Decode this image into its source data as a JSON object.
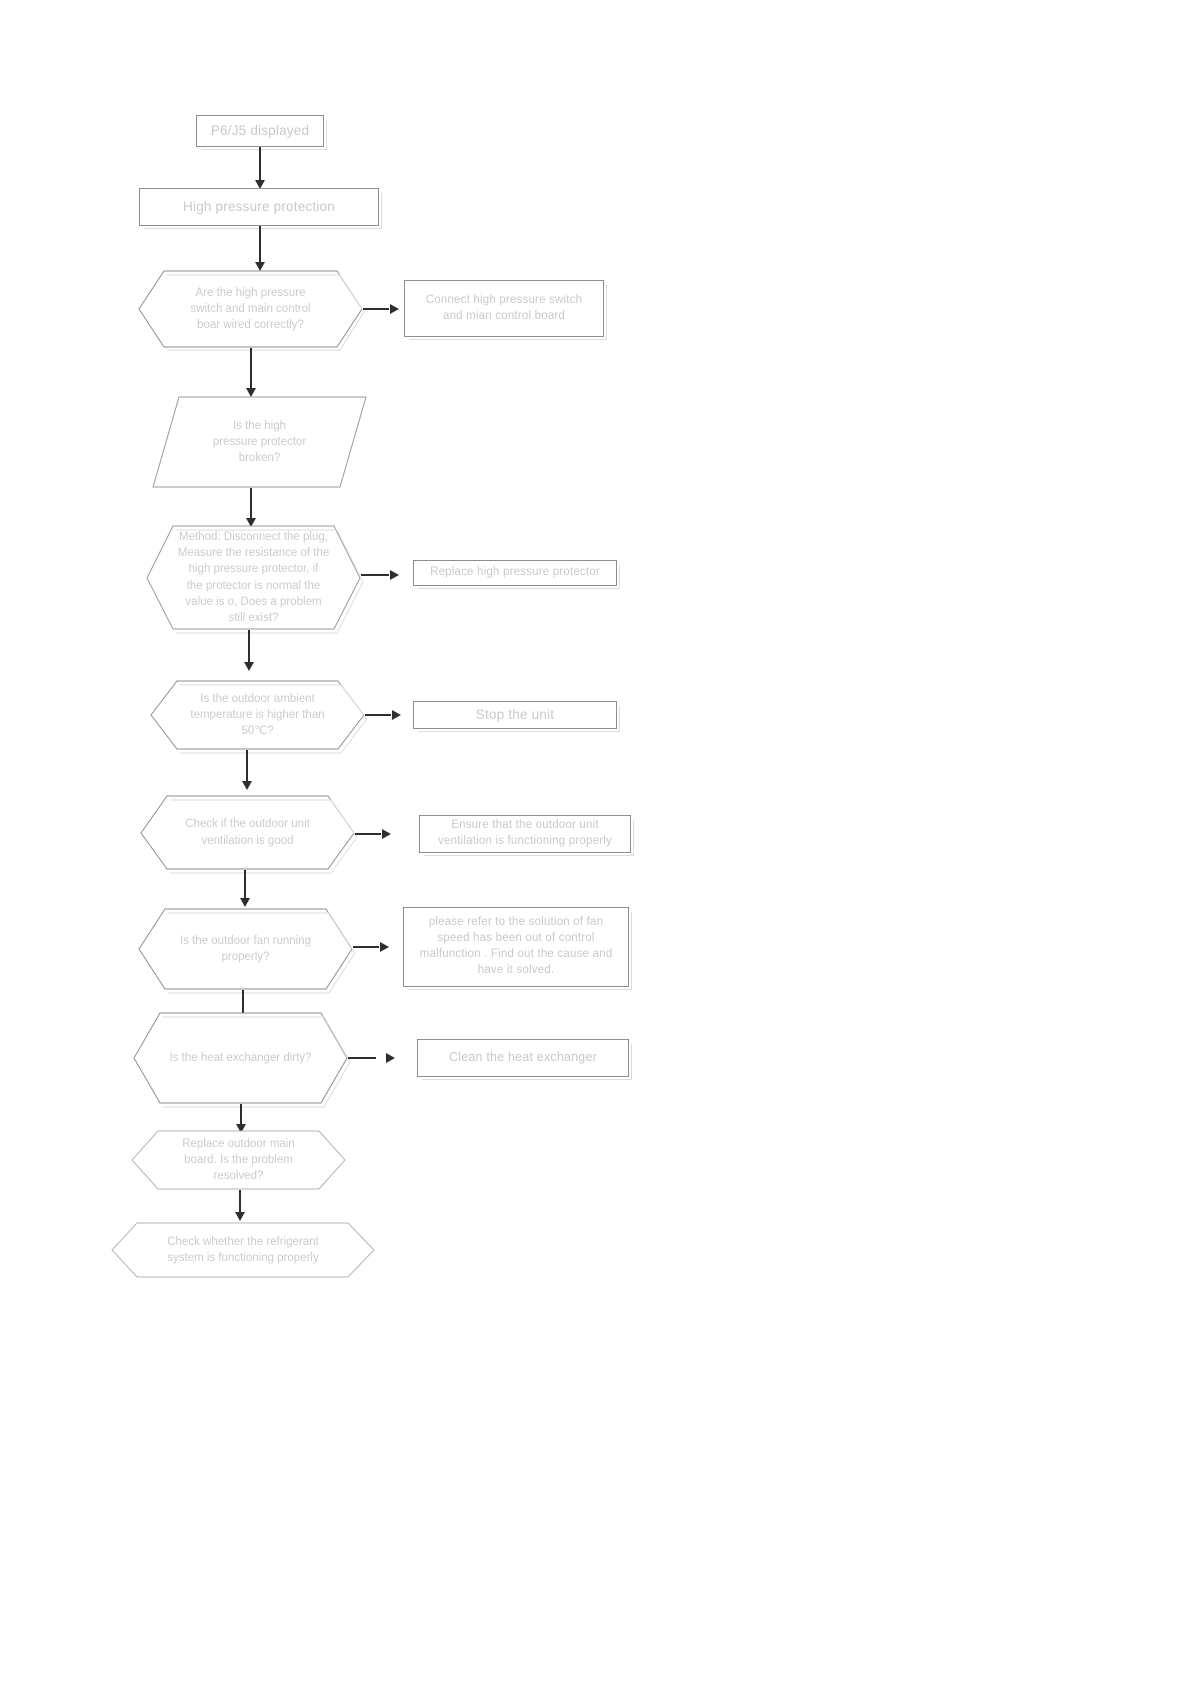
{
  "document": {
    "type": "flowchart",
    "title": "P6/J5 high pressure protection troubleshooting flowchart",
    "page_background": "#ffffff",
    "line_color": "#2e2e2e",
    "shape_border_color": "#8e8e8e",
    "text_color": "#c9c9c9"
  },
  "nodes": {
    "start": {
      "shape": "rectangle",
      "label": "P6/J5 displayed"
    },
    "protection": {
      "shape": "rectangle",
      "label": "High pressure protection"
    },
    "wiring_check": {
      "shape": "hexagon",
      "label": "Are the high pressure\nswitch and main control\nboar wired correctly?"
    },
    "connect_switch": {
      "shape": "rectangle",
      "label": "Connect high pressure switch\nand mian control board"
    },
    "protector_broken": {
      "shape": "parallelogram",
      "label": "Is  the high\npressure protector\nbroken?"
    },
    "method_measure": {
      "shape": "hexagon",
      "label": "Method: Disconnect the plug,\nMeasure the resistance of the\nhigh pressure protector, if\nthe protector is normal the\nvalue is o, Does a problem\nstill exist?"
    },
    "replace_protector": {
      "shape": "rectangle",
      "label": "Replace high pressure protector"
    },
    "ambient_temp": {
      "shape": "hexagon",
      "label": "Is the outdoor ambient\ntemperature is higher than\n50℃?"
    },
    "stop_unit": {
      "shape": "rectangle",
      "label": "Stop the unit"
    },
    "ventilation_check": {
      "shape": "hexagon",
      "label": "Check if the outdoor unit\nventilation is good"
    },
    "ensure_ventilation": {
      "shape": "rectangle",
      "label": "Ensure that  the outdoor unit\nventilation is functioning properly"
    },
    "fan_running": {
      "shape": "hexagon",
      "label": "Is the outdoor fan running\nproperly?"
    },
    "fan_solution": {
      "shape": "rectangle",
      "label": "please  refer to the solution of fan\nspeed has been out of control\nmalfunction . Find out the cause and\nhave it solved."
    },
    "heat_exchanger_dirty": {
      "shape": "hexagon",
      "label": "Is the heat exchanger dirty?"
    },
    "clean_exchanger": {
      "shape": "rectangle",
      "label": "Clean the heat exchanger"
    },
    "replace_main_board": {
      "shape": "hexagon",
      "label": "Replace outdoor main\nboard. Is the problem\nresolved?"
    },
    "check_refrigerant": {
      "shape": "hexagon",
      "label": "Check whether the refrigerant\nsystem is functioning properly"
    }
  },
  "connectors": {
    "start_to_protection": "arrow-down",
    "protection_to_wiring": "arrow-down",
    "wiring_to_connect": "arrow-right",
    "wiring_to_protector": "arrow-down",
    "protector_to_method": "arrow-down",
    "method_to_replace": "arrow-right",
    "method_to_ambient": "arrow-down",
    "ambient_to_stop": "arrow-right",
    "ambient_to_ventilation": "arrow-down",
    "ventilation_to_ensure": "arrow-right",
    "ventilation_to_fan": "arrow-down",
    "fan_to_solution": "arrow-right",
    "fan_to_exchanger": "arrow-down",
    "exchanger_to_clean": "arrow-right",
    "exchanger_to_board": "arrow-down",
    "board_to_refrigerant": "arrow-down"
  }
}
